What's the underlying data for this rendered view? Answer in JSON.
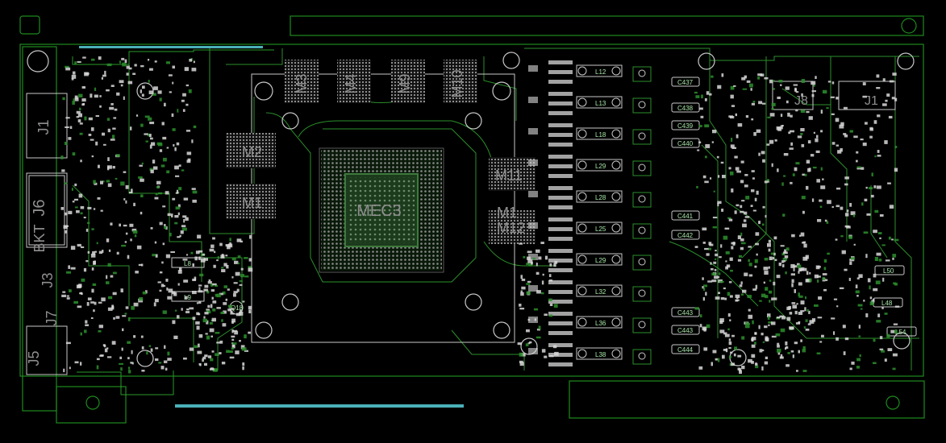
{
  "board": {
    "colors": {
      "background": "#000000",
      "outline_green": "#1e8a1e",
      "silk_gray": "#c8c8c8",
      "label_gray": "#8f8f8f",
      "connector_gold": "#4bb0b8",
      "small_label_green": "#a8e6a8"
    }
  },
  "labels": {
    "gpu": "MEC3",
    "m1": "M1",
    "m2": "M2",
    "m3": "M3",
    "m4": "M4",
    "m9": "M9",
    "m10": "M10",
    "m11": "M11",
    "m12": "M12",
    "m12_alt": "M1",
    "j1": "J1",
    "j3": "J3",
    "j5": "J5",
    "j6": "J6",
    "j7": "J7",
    "bkt": "BKT",
    "j8": "J8",
    "j11": "J1",
    "q18": "Q18",
    "l8": "L8",
    "l9": "L9"
  },
  "inductors": [
    "L12",
    "L13",
    "L18",
    "L29",
    "L28",
    "L25",
    "L29",
    "L32",
    "L36",
    "L38"
  ],
  "caps": [
    "C437",
    "C438",
    "C439",
    "C440",
    "C441",
    "C442",
    "C443",
    "C443",
    "C444"
  ],
  "right_small": [
    "L50",
    "L48",
    "L54"
  ]
}
